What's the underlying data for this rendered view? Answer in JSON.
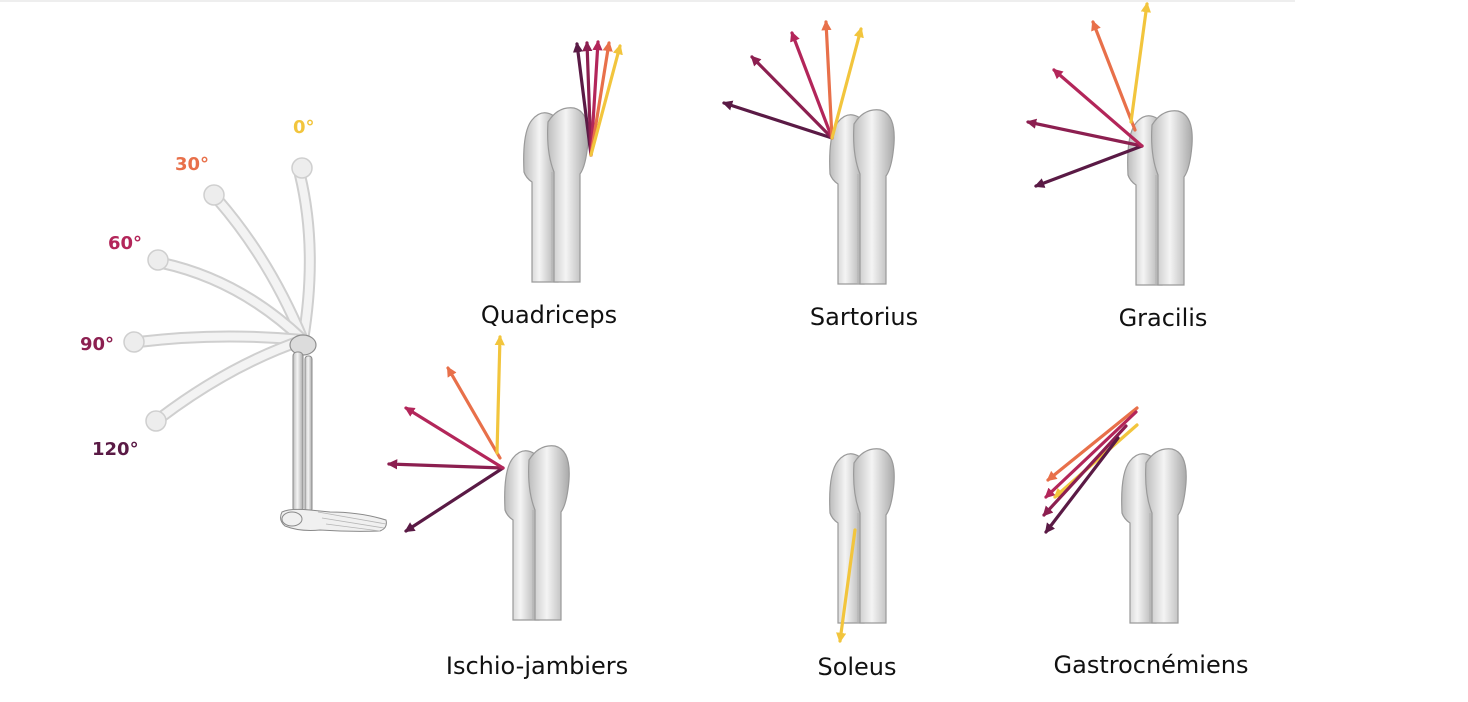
{
  "colors": {
    "deg0": "#f2c53d",
    "deg30": "#e8704a",
    "deg60": "#b3265a",
    "deg90": "#8c1f50",
    "deg120": "#5a1a45",
    "bone_fill": "#e6e6e6",
    "bone_stroke": "#9a9a9a"
  },
  "angles": [
    {
      "label": "0°",
      "degrees": 0
    },
    {
      "label": "30°",
      "degrees": 30
    },
    {
      "label": "60°",
      "degrees": 60
    },
    {
      "label": "90°",
      "degrees": 90
    },
    {
      "label": "120°",
      "degrees": 120
    }
  ],
  "muscles": [
    {
      "label": "Quadriceps"
    },
    {
      "label": "Sartorius"
    },
    {
      "label": "Gracilis"
    },
    {
      "label": "Ischio-jambiers"
    },
    {
      "label": "Soleus"
    },
    {
      "label": "Gastrocnémiens"
    }
  ]
}
